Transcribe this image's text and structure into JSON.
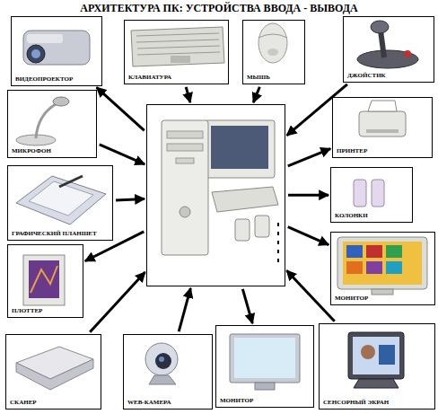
{
  "diagram": {
    "title": "АРХИТЕКТУРА ПК: УСТРОЙСТВА ВВОДА - ВЫВОДА",
    "nodes": [
      {
        "text": [
          "ВИДЕОПРОЕКТОР"
        ]
      },
      {
        "text": [
          "КЛАВИАТУРА"
        ]
      },
      {
        "text": [
          "МЫШЬ"
        ]
      },
      {
        "text": [
          "ДЖОЙСТИК"
        ]
      },
      {
        "text": [
          "МИКРОФОН"
        ]
      },
      {
        "text": []
      },
      {
        "text": [
          "ПРИНТЕР"
        ]
      },
      {
        "text": [
          "ГРАФИЧЕСКИЙ ПЛАНШЕТ"
        ]
      },
      {
        "text": [
          "КОЛОНКИ"
        ]
      },
      {
        "text": [
          "ПЛОТТЕР"
        ]
      },
      {
        "text": [
          "МОНИТОР"
        ]
      },
      {
        "text": [
          "СКАНЕР"
        ]
      },
      {
        "text": [
          "WEB-КАМЕРА"
        ]
      },
      {
        "text": [
          "МОНИТОР"
        ]
      },
      {
        "text": [
          "СЕНСОРНЫЙ ЭКРАН"
        ]
      }
    ],
    "edges": [
      {
        "from": 5,
        "to": 0,
        "arrow": "to"
      },
      {
        "from": 1,
        "to": 5,
        "arrow": "to"
      },
      {
        "from": 2,
        "to": 5,
        "arrow": "to"
      },
      {
        "from": 3,
        "to": 5,
        "arrow": "to"
      },
      {
        "from": 4,
        "to": 5,
        "arrow": "to"
      },
      {
        "from": 5,
        "to": 6,
        "arrow": "to"
      },
      {
        "from": 7,
        "to": 5,
        "arrow": "to"
      },
      {
        "from": 5,
        "to": 8,
        "arrow": "to"
      },
      {
        "from": 5,
        "to": 9,
        "arrow": "to"
      },
      {
        "from": 5,
        "to": 10,
        "arrow": "to"
      },
      {
        "from": 11,
        "to": 5,
        "arrow": "to"
      },
      {
        "from": 12,
        "to": 5,
        "arrow": "to"
      },
      {
        "from": 5,
        "to": 13,
        "arrow": "to"
      },
      {
        "from": 14,
        "to": 5,
        "arrow": "to"
      }
    ]
  }
}
